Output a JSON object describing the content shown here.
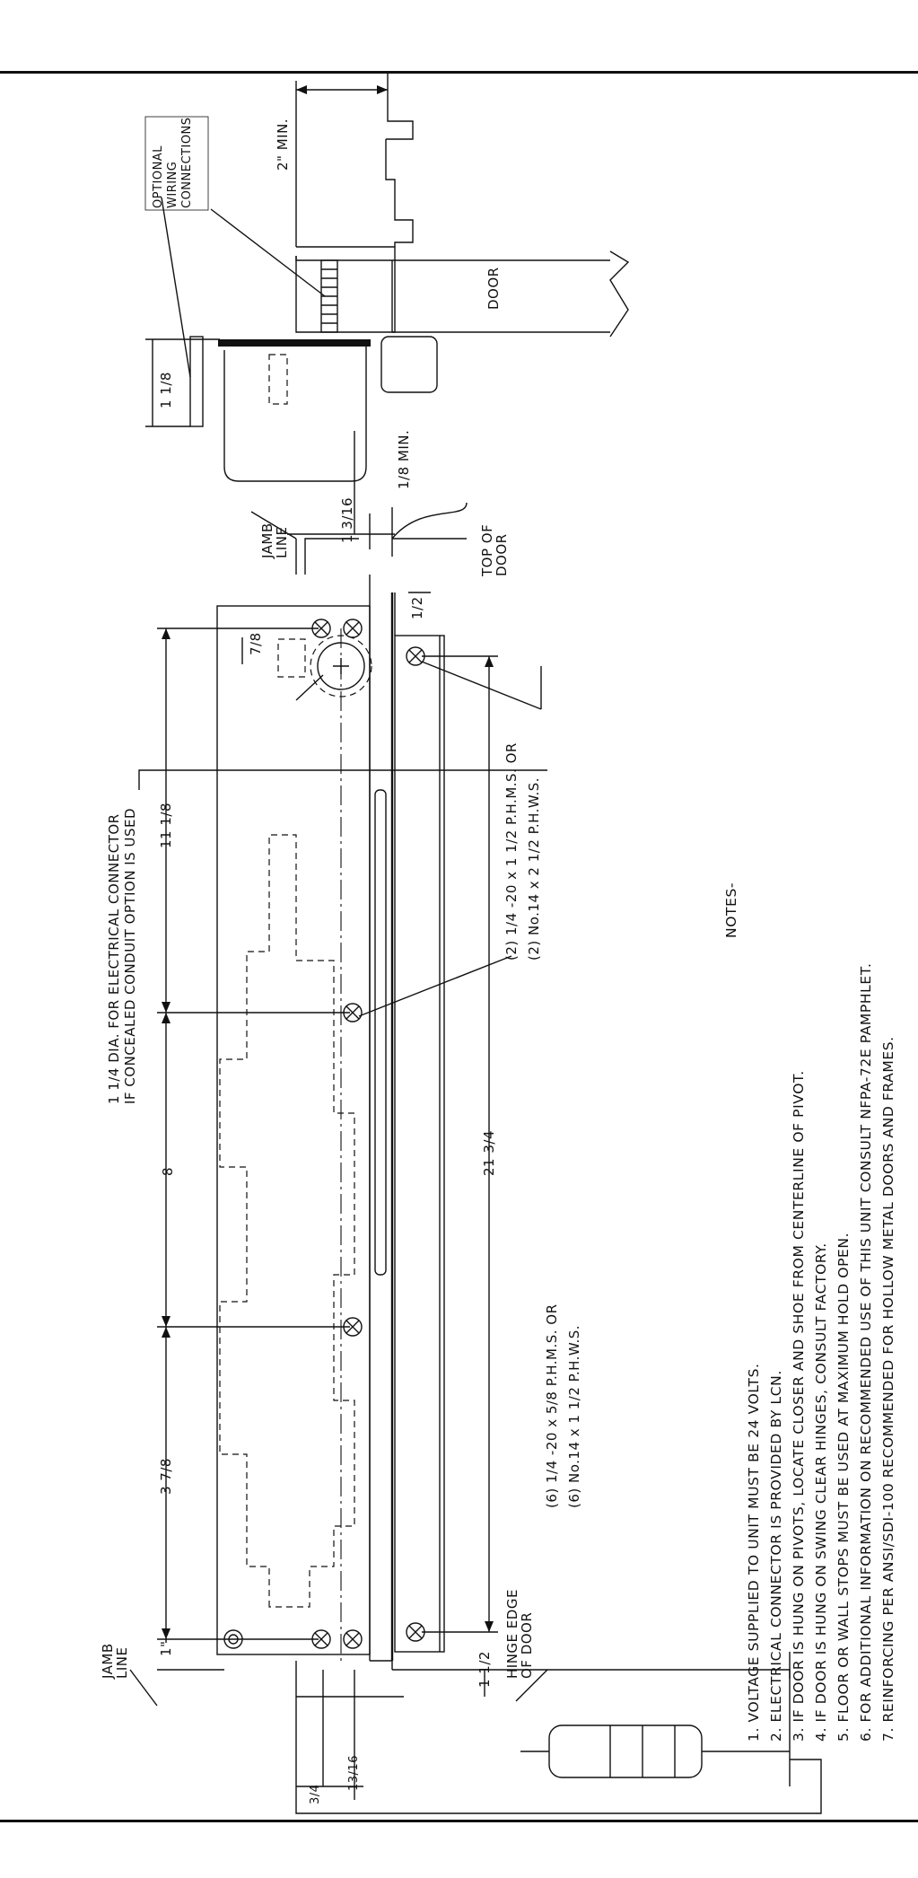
{
  "labels": {
    "optional_wiring": [
      "OPTIONAL",
      "WIRING",
      "CONNECTIONS"
    ],
    "two_min": "2\" MIN.",
    "door": "DOOR",
    "one_one_eighth": "1 1/8",
    "one_eighth_min": "1/8 MIN.",
    "top_of_door": [
      "TOP OF",
      "DOOR"
    ],
    "jamb_line_top": [
      "JAMB",
      "LINE"
    ],
    "one_three_sixteenths": "1 3/16",
    "half_top": "1/2",
    "seven_eighths": "7/8",
    "hole_note_1": "1 1/4 DIA. FOR ELECTRICAL CONNECTOR",
    "hole_note_2": "IF CONCEALED CONDUIT OPTION IS USED",
    "eleven_eighth": "11 1/8",
    "screws_2_a": "(2) 1/4 -20 x 1 1/2 P.H.M.S. OR",
    "screws_2_b": "(2) No.14 x 2 1/2 P.H.W.S.",
    "twentyone_three_quarters": "21 3/4",
    "eight": "8",
    "screws_6_a": "(6) 1/4 -20 x 5/8 P.H.M.S. OR",
    "screws_6_b": "(6) No.14 x 1 1/2 P.H.W.S.",
    "three_seven_eighths": "3 7/8",
    "one_inch": "1\"",
    "jamb_line_bottom": [
      "JAMB",
      "LINE"
    ],
    "hinge_edge": [
      "HINGE EDGE",
      "OF DOOR"
    ],
    "one_half_bottom": "1 1/2",
    "thirteen_sixteenths": "13/16",
    "three_quarters": "3/4"
  },
  "notes": {
    "title": "NOTES-",
    "items": [
      "1.  VOLTAGE SUPPLIED TO UNIT MUST BE 24 VOLTS.",
      "2.  ELECTRICAL CONNECTOR IS PROVIDED BY LCN.",
      "3.  IF DOOR IS HUNG ON PIVOTS, LOCATE CLOSER AND SHOE FROM CENTERLINE OF PIVOT.",
      "4.  IF DOOR IS HUNG ON SWING CLEAR HINGES, CONSULT FACTORY.",
      "5.  FLOOR OR WALL STOPS MUST BE USED AT MAXIMUM HOLD OPEN.",
      "6.  FOR ADDITIONAL INFORMATION ON RECOMMENDED USE OF THIS UNIT CONSULT NFPA-72E PAMPHLET.",
      "7.  REINFORCING PER ANSI/SDI-100 RECOMMENDED FOR HOLLOW METAL DOORS AND FRAMES."
    ]
  }
}
